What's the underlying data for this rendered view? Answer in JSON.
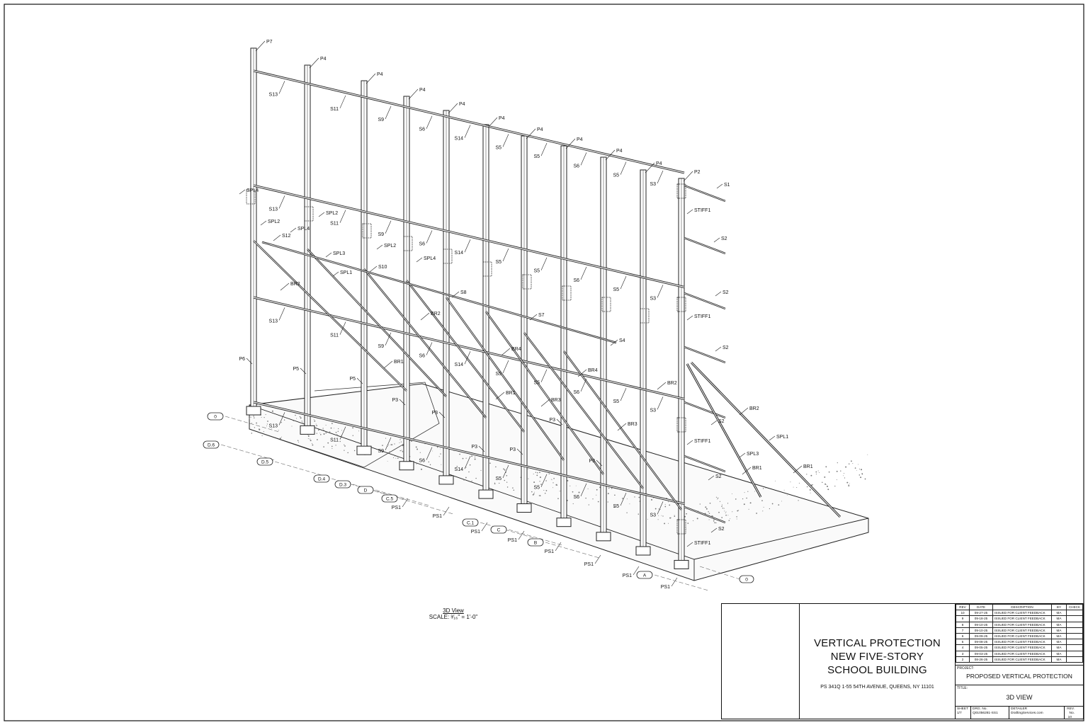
{
  "view": {
    "title": "3D View",
    "scale": "SCALE: ³⁄₁₆\" = 1'-0\""
  },
  "members": {
    "posts": [
      "P7",
      "P4",
      "P4",
      "P4",
      "P4",
      "P4",
      "P4",
      "P4",
      "P4",
      "P4",
      "P2"
    ],
    "post_labels_lower": [
      "P6",
      "P5",
      "P5",
      "P3",
      "P3",
      "P3",
      "P3",
      "P3",
      "P3"
    ],
    "beams_top": [
      "S13",
      "S11",
      "S9",
      "S6",
      "S14",
      "S5",
      "S5",
      "S6",
      "S5",
      "S3"
    ],
    "beams_mid": [
      "S13",
      "S11",
      "S9",
      "S6",
      "S14",
      "S5",
      "S5",
      "S6",
      "S5",
      "S3"
    ],
    "beams_low": [
      "S13",
      "S11",
      "S9",
      "S6",
      "S14",
      "S5",
      "S5",
      "S6",
      "S5",
      "S3"
    ],
    "beams_base": [
      "S13",
      "S11",
      "S9",
      "S6",
      "S14",
      "S5",
      "S5",
      "S6",
      "S5",
      "S3"
    ],
    "braces": [
      "S12",
      "S10",
      "S8",
      "S7",
      "S4"
    ],
    "brace_members": [
      "BR2",
      "BR2",
      "BR1",
      "BR4",
      "BR1",
      "BR4",
      "BR3",
      "BR3",
      "BR2",
      "BR2",
      "BR1",
      "BR1"
    ],
    "outriggers": [
      "S1",
      "S2",
      "S2",
      "S2",
      "S2",
      "S2",
      "S2"
    ],
    "plates": [
      "SPL4",
      "SPL2",
      "SPL4",
      "SPL2",
      "SPL2",
      "SPL4",
      "SPL3",
      "SPL1",
      "STIFF1",
      "STIFF1",
      "STIFF1",
      "STIFF1",
      "SPL1",
      "SPL3"
    ],
    "base_plates": [
      "PS1",
      "PS1",
      "PS1",
      "PS1",
      "PS1",
      "PS1",
      "PS1",
      "PS1"
    ]
  },
  "grid_left": [
    "0",
    "D.6",
    "D.5",
    "D.4",
    "D.3",
    "D",
    "C.5",
    "C.1",
    "C",
    "B",
    "A"
  ],
  "grid_right": "0",
  "title_block": {
    "title_lines": [
      "VERTICAL PROTECTION",
      "NEW FIVE-STORY",
      "SCHOOL BUILDING"
    ],
    "address": "PS 341Q 1-55 54TH AVENUE, QUEENS, NY 11101",
    "rev_headers": [
      "REV",
      "DATE",
      "DESCRIPTION",
      "BY",
      "CHECK"
    ],
    "revisions": [
      {
        "rev": "10",
        "date": "09-27-25",
        "desc": "ISSUED FOR CLIENT FEEDBACK",
        "by": "MA",
        "check": ""
      },
      {
        "rev": "9",
        "date": "09-18-25",
        "desc": "ISSUED FOR CLIENT FEEDBACK",
        "by": "MA",
        "check": ""
      },
      {
        "rev": "8",
        "date": "09-10-25",
        "desc": "ISSUED FOR CLIENT FEEDBACK",
        "by": "MA",
        "check": ""
      },
      {
        "rev": "7",
        "date": "09-10-25",
        "desc": "ISSUED FOR CLIENT FEEDBACK",
        "by": "MA",
        "check": ""
      },
      {
        "rev": "6",
        "date": "09-09-25",
        "desc": "ISSUED FOR CLIENT FEEDBACK",
        "by": "MA",
        "check": ""
      },
      {
        "rev": "5",
        "date": "09-08-25",
        "desc": "ISSUED FOR CLIENT FEEDBACK",
        "by": "MA",
        "check": ""
      },
      {
        "rev": "4",
        "date": "09-05-25",
        "desc": "ISSUED FOR CLIENT FEEDBACK",
        "by": "MA",
        "check": ""
      },
      {
        "rev": "3",
        "date": "09-03-25",
        "desc": "ISSUED FOR CLIENT FEEDBACK",
        "by": "MA",
        "check": ""
      },
      {
        "rev": "2",
        "date": "08-26-25",
        "desc": "ISSUED FOR CLIENT FEEDBACK",
        "by": "MA",
        "check": ""
      }
    ],
    "project_label": "PROJECT:",
    "project": "PROPOSED VERTICAL PROTECTION",
    "title_label": "TITLE:",
    "title": "3D VIEW",
    "sheet_label": "SHEET",
    "sheet": "1/7",
    "drg_label": "DRG. No.",
    "drg": "Q01056281-SS1",
    "detailer_label": "DETAILER",
    "detailer": "DraftingServices.com",
    "revno_label": "REV. No.",
    "revno": "10"
  }
}
